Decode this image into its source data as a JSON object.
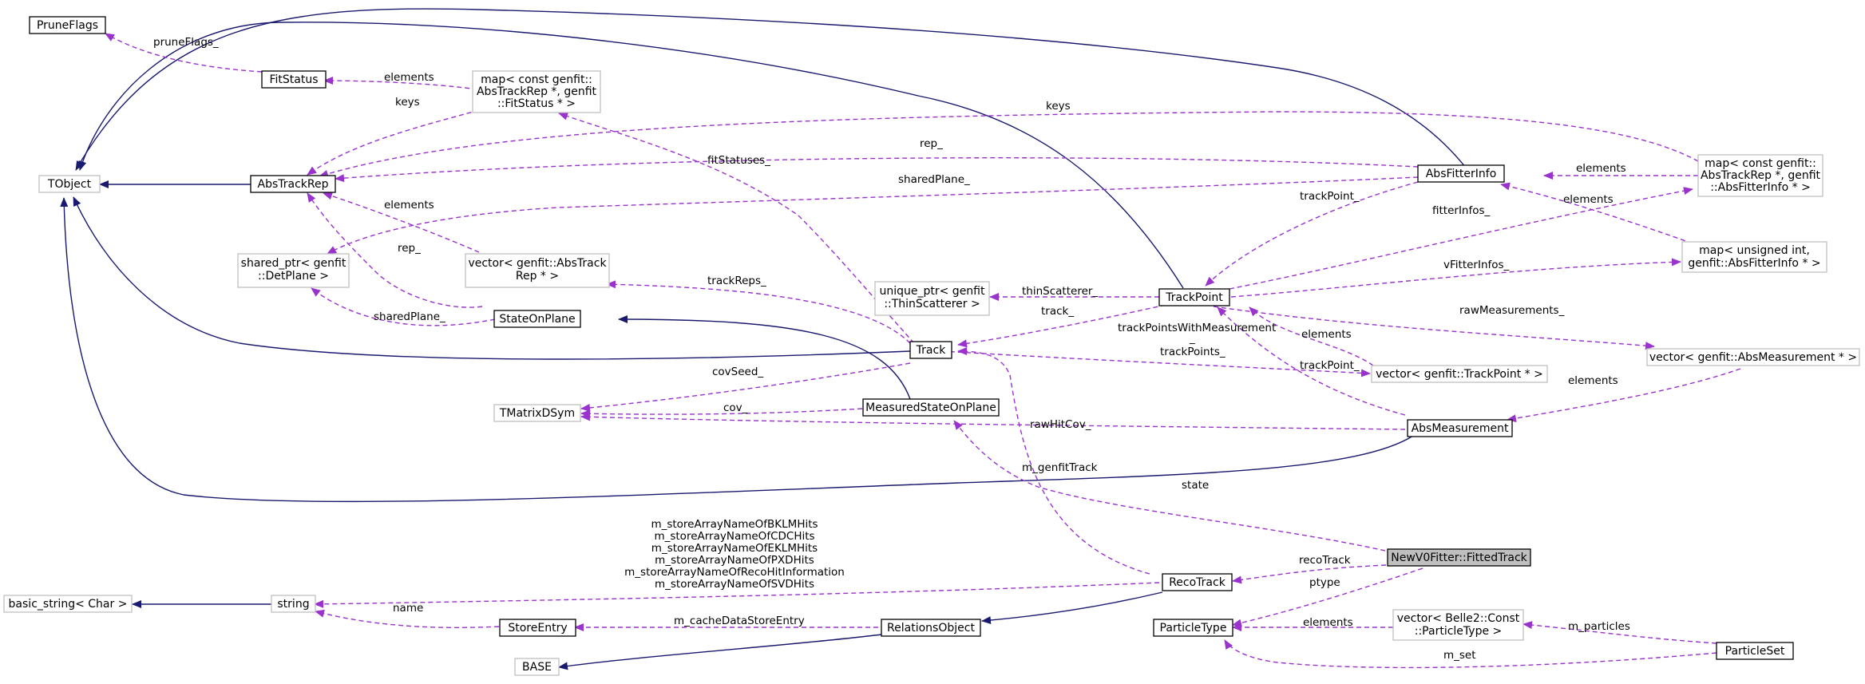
{
  "nodes": {
    "pruneflags": "PruneFlags",
    "fitstatus": "FitStatus",
    "tobject": "TObject",
    "abstrackrep": "AbsTrackRep",
    "map_fitstatus": [
      "map< const genfit::",
      "AbsTrackRep *, genfit",
      "::FitStatus * >"
    ],
    "shared_ptr": [
      "shared_ptr< genfit",
      "::DetPlane >"
    ],
    "vector_abstrackrep": [
      "vector< genfit::AbsTrack",
      "Rep * >"
    ],
    "stateonplane": "StateOnPlane",
    "tmatrixdsym": "TMatrixDSym",
    "measuredstateonplane": "MeasuredStateOnPlane",
    "track": "Track",
    "unique_ptr": [
      "unique_ptr< genfit",
      "::ThinScatterer >"
    ],
    "trackpoint": "TrackPoint",
    "absfitterinfo": "AbsFitterInfo",
    "map_absfitterinfo": [
      "map< const genfit::",
      "AbsTrackRep *, genfit",
      "::AbsFitterInfo * >"
    ],
    "map_unsigned": [
      "map< unsigned int,",
      "genfit::AbsFitterInfo * >"
    ],
    "vector_absmeasurement": "vector< genfit::AbsMeasurement * >",
    "vector_trackpoint": "vector< genfit::TrackPoint * >",
    "absmeasurement": "AbsMeasurement",
    "fittedtrack": "NewV0Fitter::FittedTrack",
    "recotrack": "RecoTrack",
    "basic_string": "basic_string< Char >",
    "string": "string",
    "storeentry": "StoreEntry",
    "relationsobject": "RelationsObject",
    "base": "BASE",
    "particletype": "ParticleType",
    "vector_particletype": [
      "vector< Belle2::Const",
      "::ParticleType >"
    ],
    "particleset": "ParticleSet"
  },
  "edge_labels": {
    "pruneflags": "pruneFlags_",
    "fitstatus_elements": "elements",
    "map_keys": "keys",
    "map2_keys": "keys",
    "rep_absfitter": "rep_",
    "fitstatuses": "fitStatuses_",
    "sharedplane_absfitter": "sharedPlane_",
    "vector_elements": "elements",
    "rep_stateonplane": "rep_",
    "sharedplane_stateonplane": "sharedPlane_",
    "trackreps": "trackReps_",
    "thinscatterer": "thinScatterer_",
    "track_": "track_",
    "trackpoint_absfitter": "trackPoint_",
    "fitterinfos": "fitterInfos_",
    "map_elements": "elements",
    "elements_map_unsigned": "elements",
    "vfitterinfos": "vFitterInfos_",
    "rawmeasurements": "rawMeasurements_",
    "trackpointswithmeasurement": "trackPointsWithMeasurement",
    "trackpointswithmeasurement_underscore": "_",
    "vector_trackpoint_elements": "elements",
    "trackpoints": "trackPoints_",
    "trackpoint_absmeas": "trackPoint_",
    "vector_absmeas_elements": "elements",
    "covseed": "covSeed_",
    "cov": "cov_",
    "rawhitcov": "rawHitCov_",
    "genfittrack": "m_genfitTrack",
    "state": "state",
    "recotrack": "recoTrack",
    "ptype": "ptype",
    "string_members": [
      "m_storeArrayNameOfBKLMHits",
      "m_storeArrayNameOfCDCHits",
      "m_storeArrayNameOfEKLMHits",
      "m_storeArrayNameOfPXDHits",
      "m_storeArrayNameOfRecoHitInformation",
      "m_storeArrayNameOfSVDHits"
    ],
    "name": "name",
    "cachedatastoreentry": "m_cacheDataStoreEntry",
    "particletype_elements": "elements",
    "m_particles": "m_particles",
    "m_set": "m_set"
  },
  "colors": {
    "inheritance": "#191970",
    "usage": "#9a32cd",
    "highlight_fill": "#bfbfbf",
    "external_border": "#bfbfbf"
  }
}
